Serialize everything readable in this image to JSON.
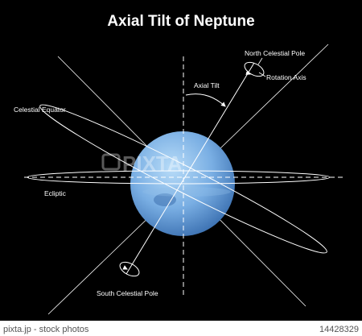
{
  "title": "Axial Tilt of Neptune",
  "labels": {
    "north_pole": "North Celestial Pole",
    "rotation_axis": "Rotation Axis",
    "axial_tilt": "Axial Tilt",
    "celestial_equator": "Celestial Equator",
    "ecliptic": "Ecliptic",
    "south_pole": "South Celestial Pole"
  },
  "watermark": {
    "brand": "PIXTA"
  },
  "footer": {
    "left": "pixta.jp - stock photos",
    "right": "14428329"
  },
  "colors": {
    "background": "#000000",
    "planet_light": "#a9d2f5",
    "planet_dark": "#3f78b8",
    "lines": "#ffffff"
  }
}
